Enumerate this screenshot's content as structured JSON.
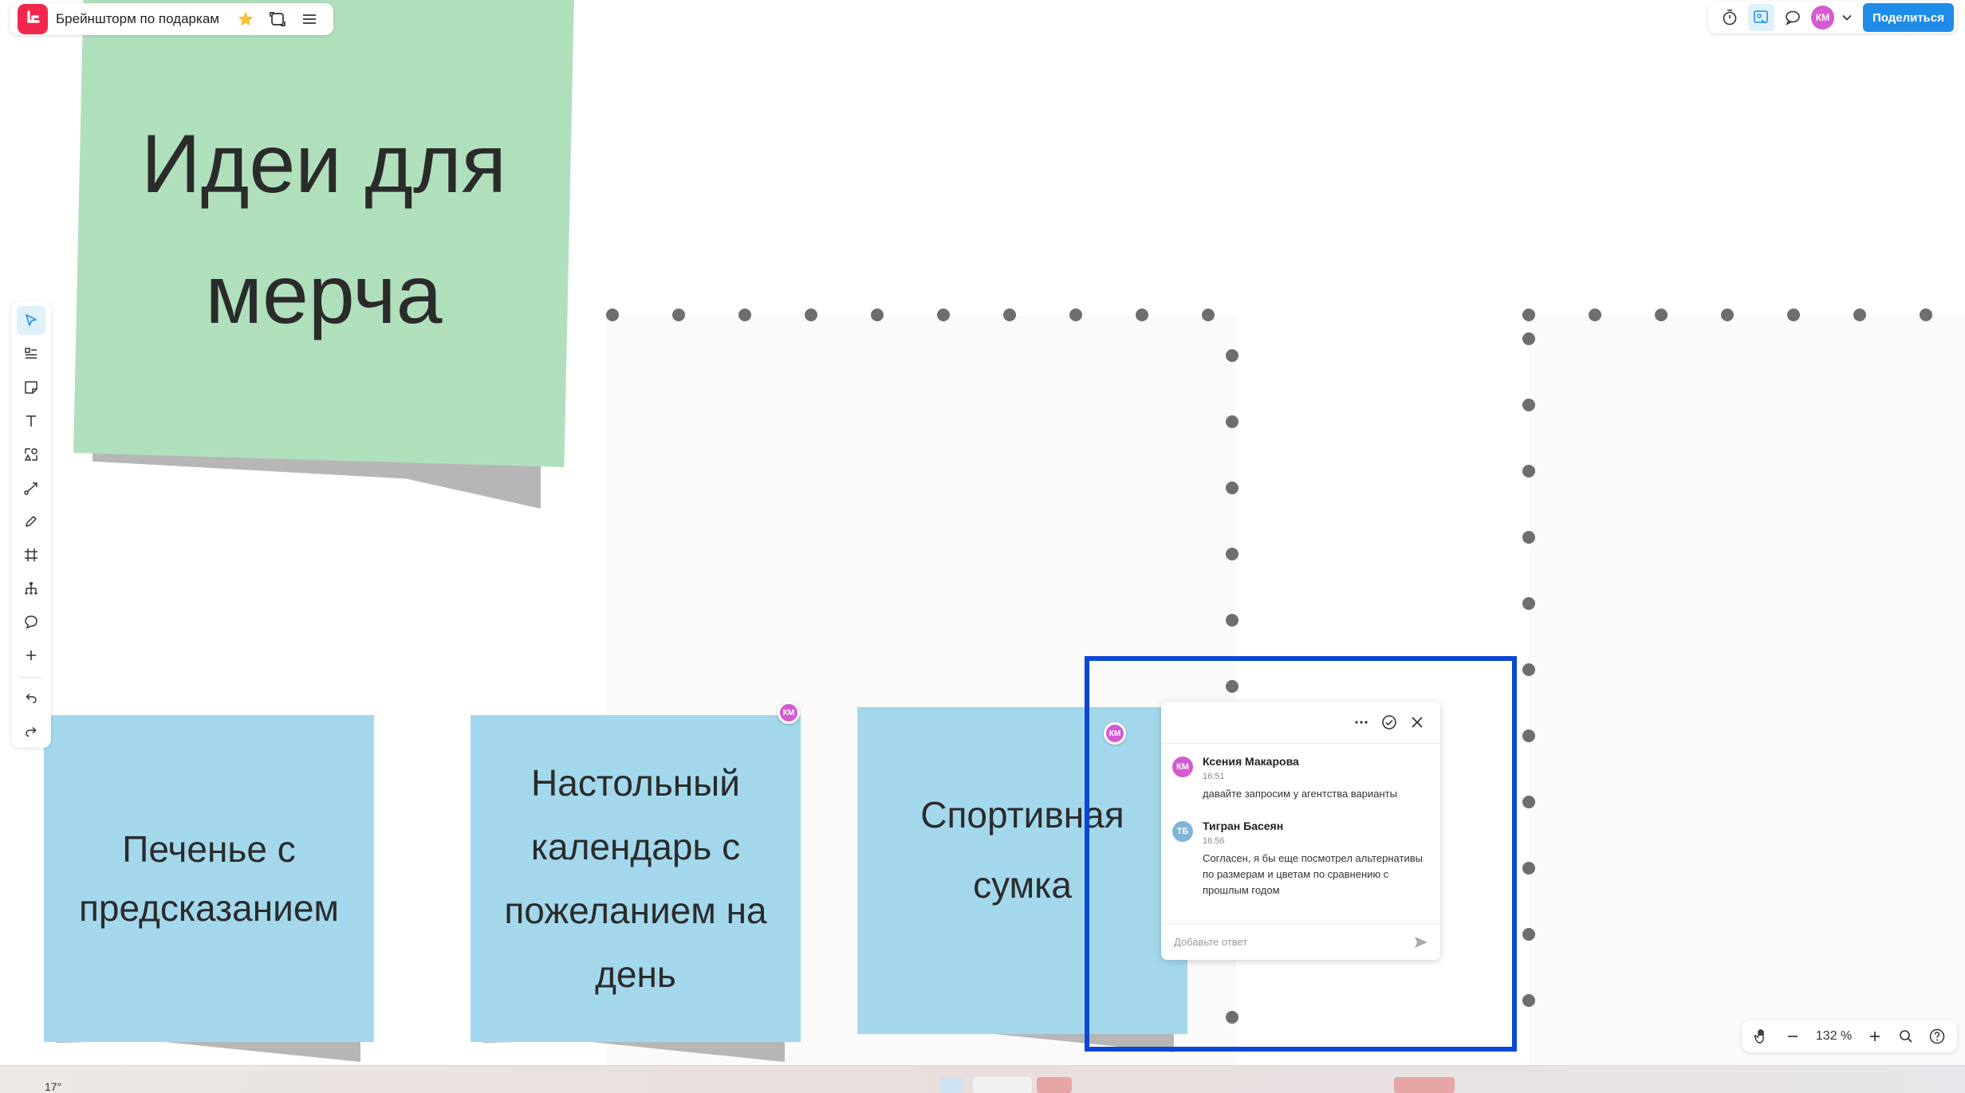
{
  "header": {
    "board_title": "Брейншторм по подаркам",
    "brand_color": "#f2274e"
  },
  "top_right": {
    "user_initials": "КМ",
    "share_label": "Поделиться"
  },
  "left_toolbar": {
    "tools": [
      "select-icon",
      "template-icon",
      "sticky-note-icon",
      "text-icon",
      "shapes-icon",
      "connector-icon",
      "pen-icon",
      "frame-icon",
      "mindmap-icon",
      "comment-icon",
      "plus-icon",
      "undo-icon",
      "redo-icon"
    ]
  },
  "stickers": {
    "title_note": "Идеи для мерча",
    "note1": "Печенье с предсказанием",
    "note2": "Настольный календарь с пожеланием на день",
    "note3": "Спортивная сумка"
  },
  "comment_markers": {
    "marker1": "КМ",
    "marker2": "КМ"
  },
  "comment_thread": {
    "entries": [
      {
        "initials": "КМ",
        "author": "Ксения Макарова",
        "time": "16:51",
        "text": "давайте запросим у агентства варианты"
      },
      {
        "initials": "ТБ",
        "author": "Тигран Басеян",
        "time": "16:56",
        "text": "Согласен, я бы еще посмотрел альтернативы по размерам и цветам по сравнению с прошлым годом"
      }
    ],
    "reply_placeholder": "Добавьте ответ"
  },
  "zoom": {
    "level": "132 %"
  },
  "taskbar": {
    "clock_fragment": "17°"
  },
  "colors": {
    "accent": "#1f8de8",
    "selection": "#0a47d6",
    "sticker_green": "#b0e0bb",
    "sticker_blue": "#a3d8ec"
  }
}
